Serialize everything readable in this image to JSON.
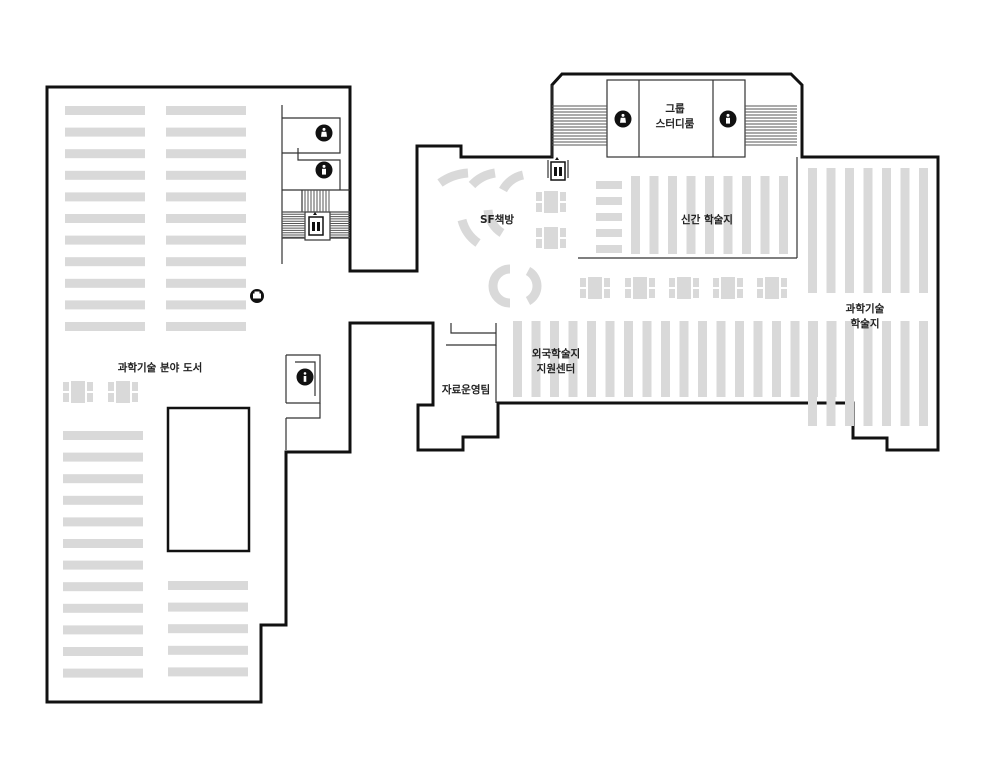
{
  "map": {
    "rooms": {
      "science_books": "과학기술 분야 도서",
      "group_study_line1": "그룹",
      "group_study_line2": "스터디룸",
      "sf_room": "SF책방",
      "new_journals": "신간 학술지",
      "science_journals_line1": "과학기술",
      "science_journals_line2": "학술지",
      "foreign_center_line1": "외국학술지",
      "foreign_center_line2": "지원센터",
      "data_operations": "자료운영팀"
    },
    "icons": {
      "restroom": "restroom-icon",
      "elevator": "elevator-icon",
      "info": "info-icon",
      "printer": "printer-icon"
    },
    "colors": {
      "wall": "#111111",
      "shelf": "#d9d9d9",
      "background": "#ffffff",
      "icon": "#111111"
    }
  }
}
